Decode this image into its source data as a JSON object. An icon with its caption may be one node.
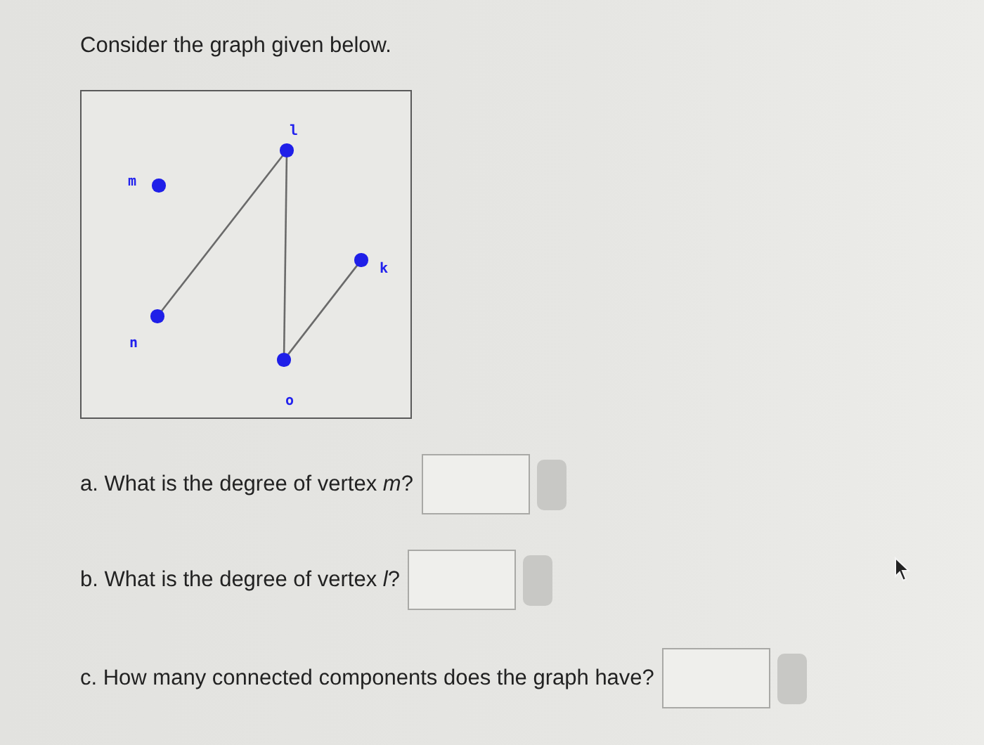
{
  "diagram": {
    "title": "Consider the graph given below.",
    "nodes": [
      {
        "text": [],
        "shape": "box"
      },
      {
        "text": [],
        "shape": "circle",
        "in": 0,
        "beside": [
          "l"
        ]
      },
      {
        "text": [],
        "shape": "circle",
        "in": 0,
        "beside": [
          "m"
        ]
      },
      {
        "text": [],
        "shape": "circle",
        "in": 0,
        "beside": [
          "k"
        ]
      },
      {
        "text": [],
        "shape": "circle",
        "in": 0,
        "beside": [
          "n"
        ]
      },
      {
        "text": [],
        "shape": "circle",
        "in": 0,
        "beside": [
          "o"
        ]
      }
    ],
    "edges": [
      {
        "from": 1,
        "to": 4,
        "arrow": "none"
      },
      {
        "from": 1,
        "to": 5,
        "arrow": "none"
      },
      {
        "from": 5,
        "to": 3,
        "arrow": "none"
      }
    ],
    "labels": [
      "a. What is the degree of vertex *m*?",
      "b. What is the degree of vertex *l*?",
      "c. How many connected components does the graph have?"
    ]
  }
}
